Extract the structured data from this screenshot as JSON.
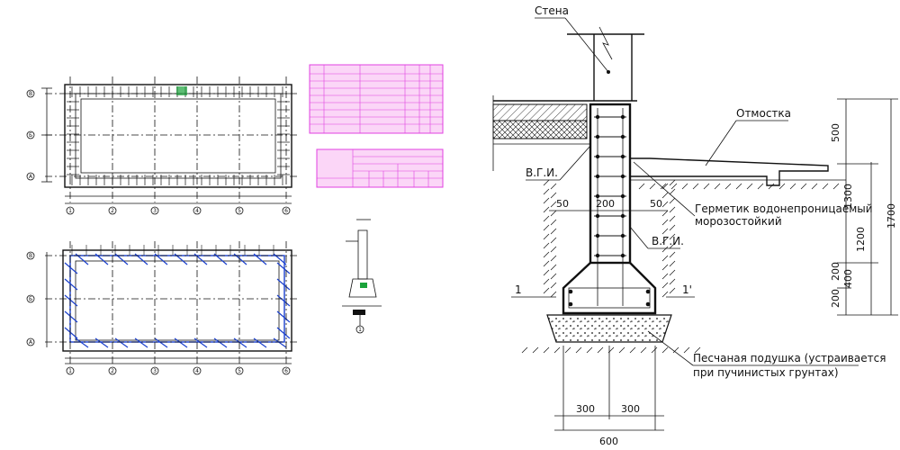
{
  "section": {
    "wall_label": "Стена",
    "blind_area_label": "Отмостка",
    "vgi_label_1": "В.Г.И.",
    "vgi_label_2": "В.Г.И.",
    "sealant_label_line1": "Герметик водонепроницаемый",
    "sealant_label_line2": "морозостойкий",
    "sand_label_line1": "Песчаная подушка (устраивается",
    "sand_label_line2": "при пучинистых грунтах)",
    "dims": {
      "d500": "500",
      "d1300": "1300",
      "d1700": "1700",
      "d1200": "1200",
      "d400": "400",
      "d200a": "200",
      "d200b": "200",
      "w50a": "50",
      "w200": "200",
      "w50b": "50",
      "b300a": "300",
      "b300b": "300",
      "b600": "600",
      "mark_1": "1",
      "mark_1prime": "1'"
    }
  },
  "plans": {
    "axis_letters": [
      "В",
      "Б",
      "А"
    ],
    "axis_numbers": [
      "1",
      "2",
      "3",
      "4",
      "5",
      "6"
    ],
    "bar_color": "#1a3fcc",
    "accent_green": "#1aa33a"
  },
  "tables": {
    "border_color": "#e040e0",
    "fill_color": "#fbd6f7"
  },
  "detail": {
    "section_mark": "1"
  }
}
